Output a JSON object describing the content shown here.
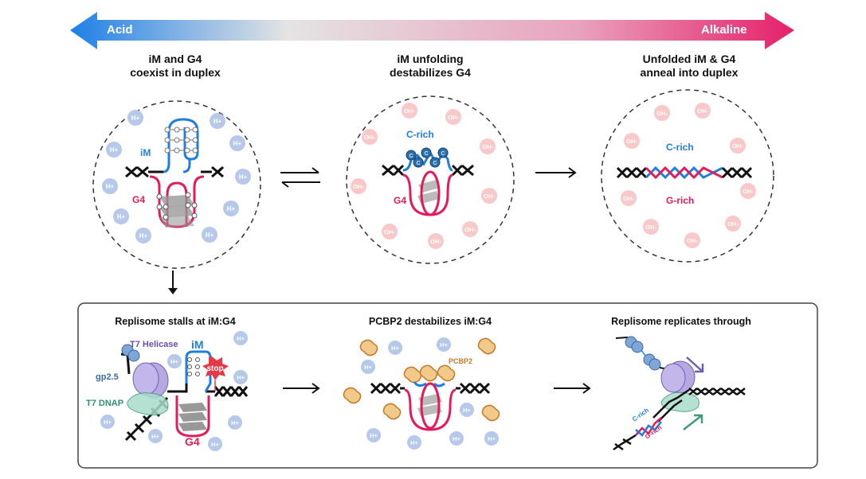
{
  "ph_scale": {
    "left_label": "Acid",
    "right_label": "Alkaline",
    "colors": {
      "acid": "#1e7fe6",
      "neutral": "#e6e6e6",
      "alkaline": "#e5206a"
    }
  },
  "top_panels": [
    {
      "title_line1": "iM and G4",
      "title_line2": "coexist in duplex",
      "labels": {
        "im": "iM",
        "g4": "G4"
      },
      "ion": "H+"
    },
    {
      "title_line1": "iM unfolding",
      "title_line2": "destabilizes G4",
      "labels": {
        "c_rich": "C-rich",
        "g4": "G4",
        "cytosine": "C"
      },
      "ion": "OH-"
    },
    {
      "title_line1": "Unfolded iM & G4",
      "title_line2": "anneal into duplex",
      "labels": {
        "c_rich": "C-rich",
        "g_rich": "G-rich"
      },
      "ion": "OH-"
    }
  ],
  "bottom_panels": [
    {
      "title": "Replisome stalls at iM:G4",
      "labels": {
        "helicase": "T7 Helicase",
        "gp25": "gp2.5",
        "dnap": "T7 DNAP",
        "im": "iM",
        "g4": "G4",
        "stop": "stop"
      },
      "ion": "H+"
    },
    {
      "title": "PCBP2 destabilizes iM:G4",
      "labels": {
        "pcbp2": "PCBP2"
      },
      "ion": "H+"
    },
    {
      "title": "Replisome replicates through",
      "labels": {
        "c_rich": "C-rich",
        "g_rich": "G-rich"
      }
    }
  ],
  "colors": {
    "im_strand": "#1f7fe0",
    "g4_strand": "#e21b5a",
    "helicase": "#a99bd6",
    "dnap": "#9fd2c0",
    "gp25": "#7fa6d6",
    "pcbp2": "#f3c98a",
    "h_ion": "#b7c9ea",
    "oh_ion": "#f9c9c9",
    "stop": "#e63946"
  }
}
